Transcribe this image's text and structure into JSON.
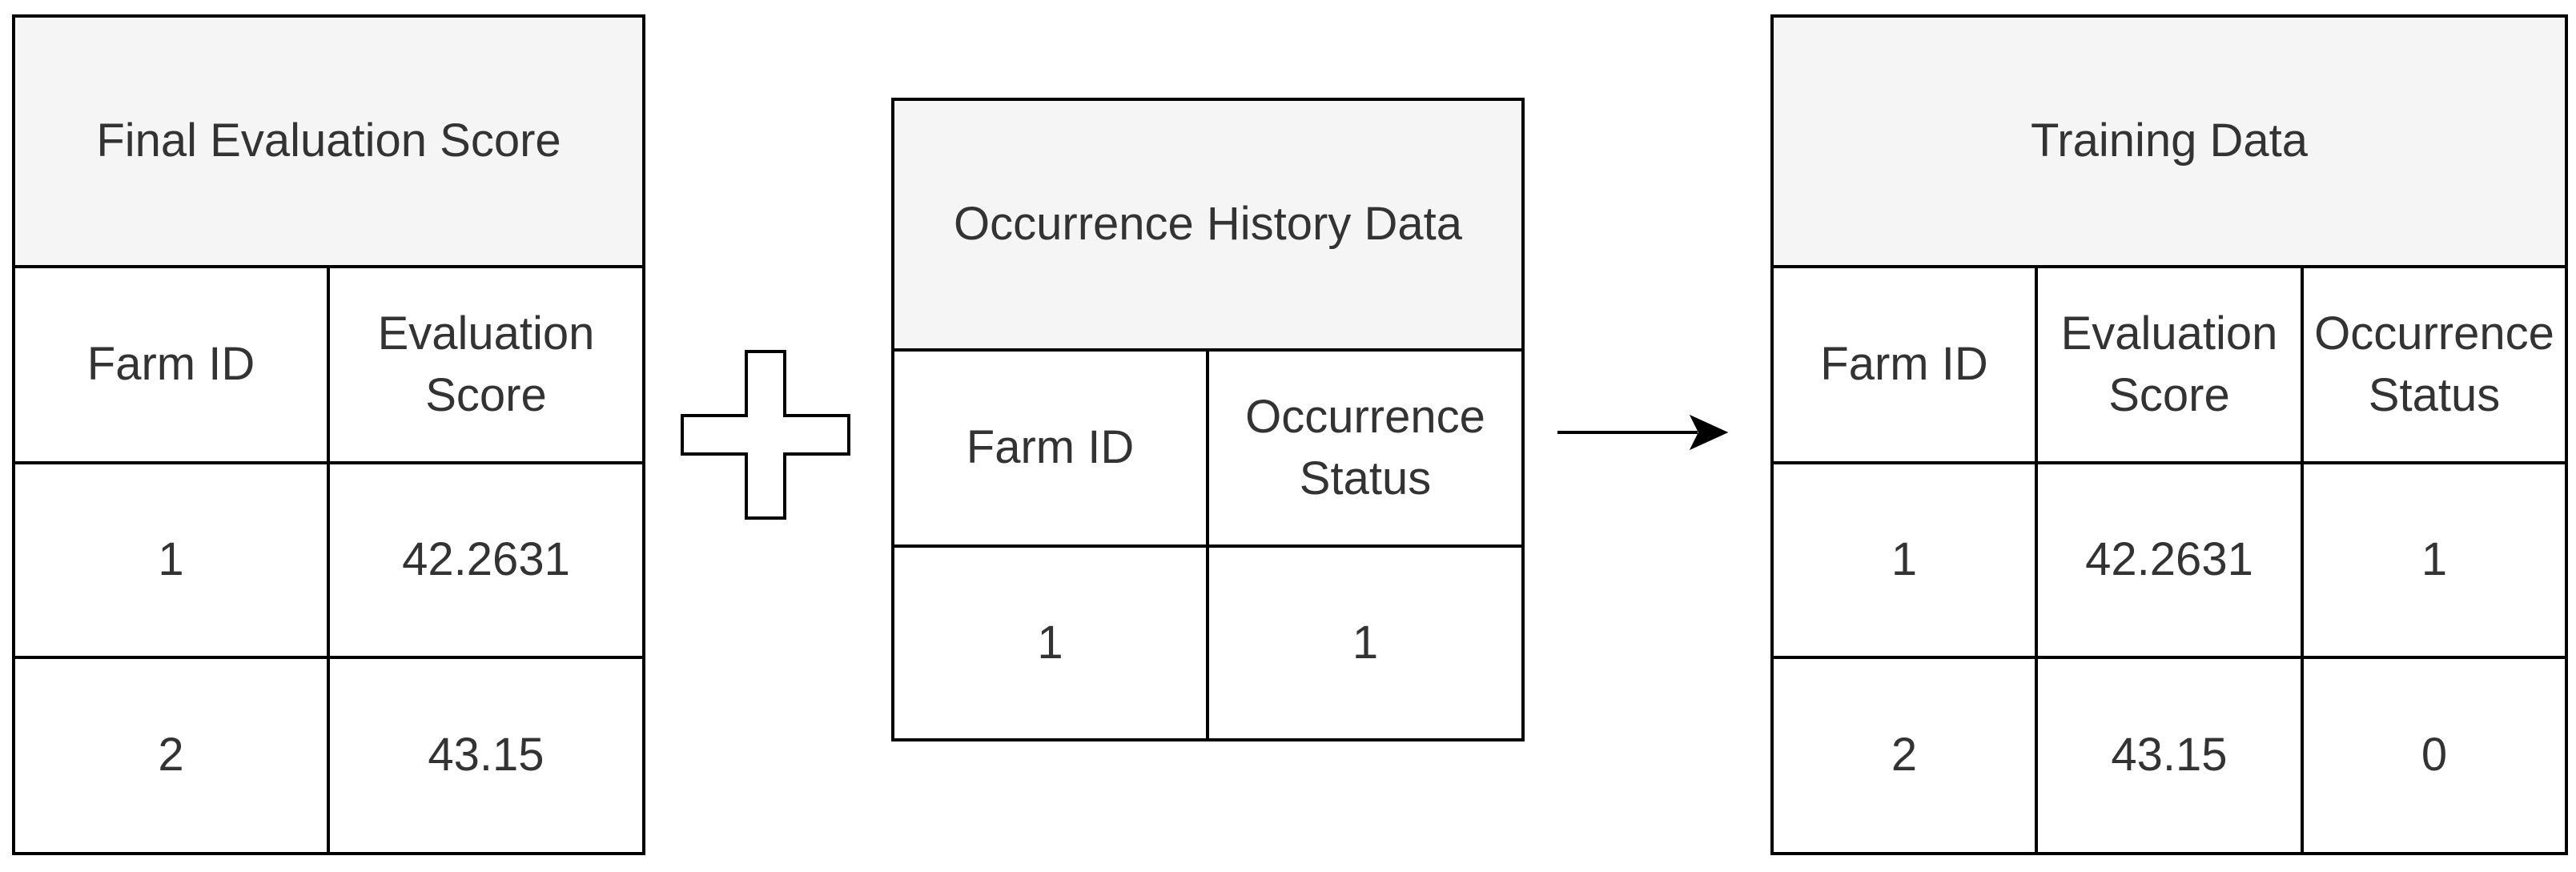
{
  "tables": {
    "final_evaluation": {
      "title": "Final Evaluation Score",
      "headers": [
        "Farm ID",
        "Evaluation\nScore"
      ],
      "rows": [
        [
          "1",
          "42.2631"
        ],
        [
          "2",
          "43.15"
        ]
      ]
    },
    "occurrence_history": {
      "title": "Occurrence History Data",
      "headers": [
        "Farm ID",
        "Occurrence\nStatus"
      ],
      "rows": [
        [
          "1",
          "1"
        ]
      ]
    },
    "training_data": {
      "title": "Training Data",
      "headers": [
        "Farm ID",
        "Evaluation\nScore",
        "Occurrence\nStatus"
      ],
      "rows": [
        [
          "1",
          "42.2631",
          "1"
        ],
        [
          "2",
          "43.15",
          "0"
        ]
      ]
    }
  },
  "symbols": {
    "plus": "plus-icon",
    "arrow": "arrow-right-icon"
  }
}
